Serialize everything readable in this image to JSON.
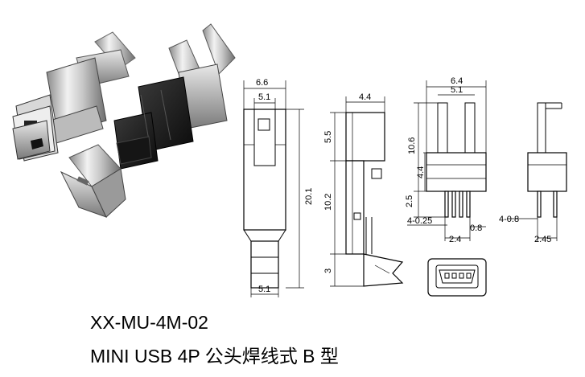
{
  "part_number": "XX-MU-4M-02",
  "description": "MINI USB 4P 公头焊线式 B 型",
  "dimensions": {
    "side_total_width": "6.6",
    "side_inner_width": "5.1",
    "side_total_height": "20.1",
    "side_bottom_width": "5.1",
    "profile_top_width": "4.4",
    "profile_upper_height": "5.5",
    "profile_mid_height": "10.2",
    "profile_tip_height": "3",
    "front_total_width": "6.4",
    "front_inner_width": "5.1",
    "front_total_height": "10.6",
    "front_body_height": "4.4",
    "front_pin_height": "2.5",
    "pin_spec": "4-0.25",
    "pin_offset": "0.8",
    "pin_pitch": "2.4",
    "side_pin_spec": "4-0.8",
    "side_pin_pitch": "2.45"
  }
}
